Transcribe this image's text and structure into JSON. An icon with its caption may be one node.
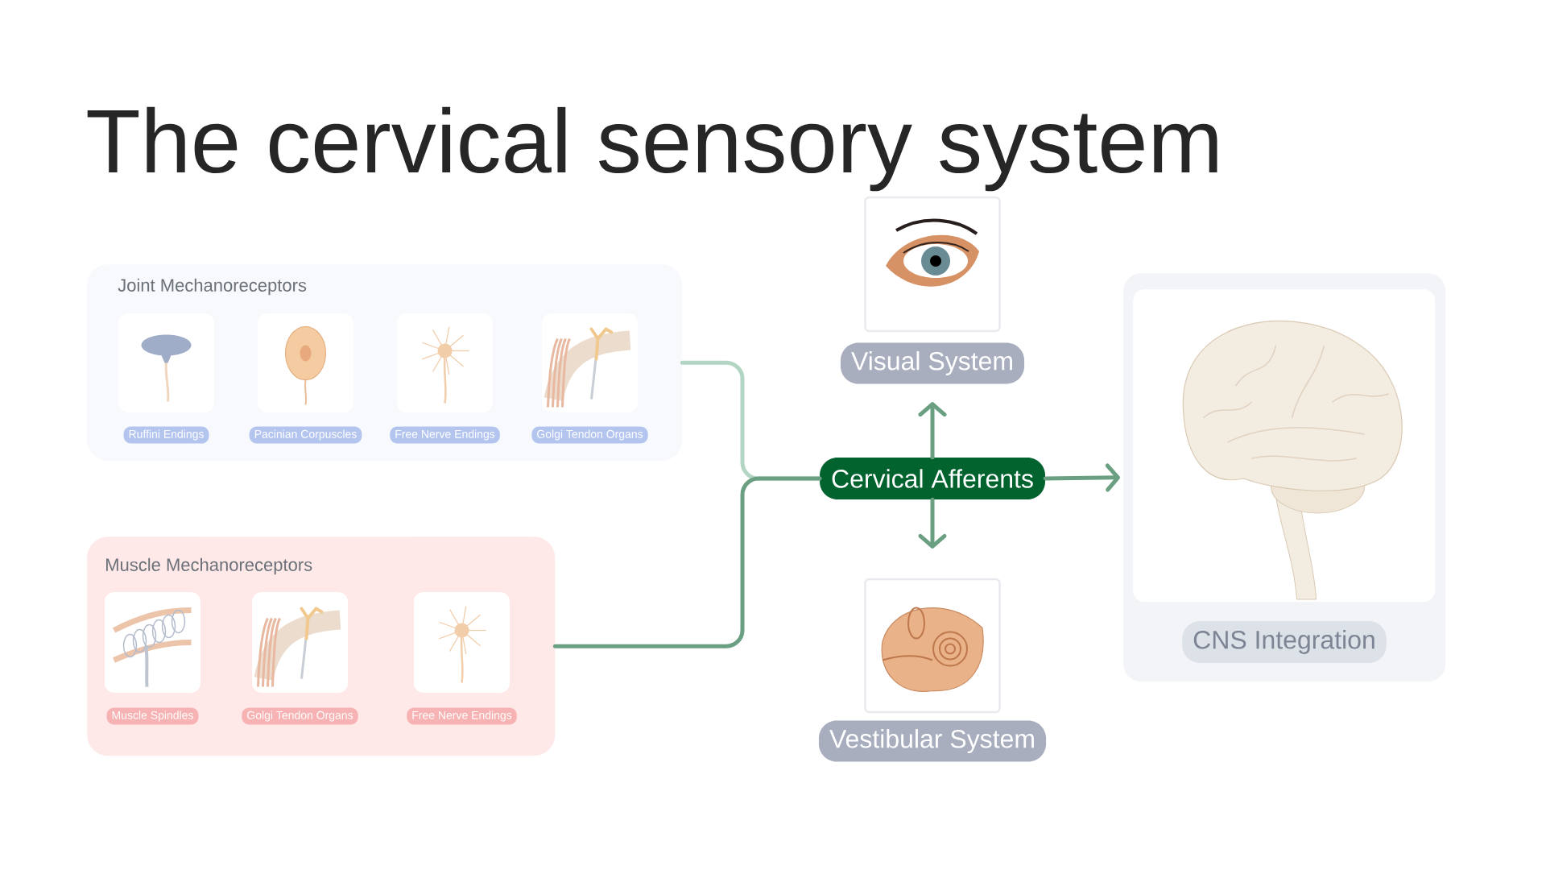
{
  "diagram": {
    "title": "The cervical sensory system",
    "nodes": [
      {
        "text": [
          "Joint Mechanoreceptors"
        ]
      },
      {
        "text": [
          "Ruffini Endings"
        ],
        "in": 0
      },
      {
        "text": [
          "Pacinian Corpuscles"
        ],
        "in": 0
      },
      {
        "text": [
          "Free Nerve Endings"
        ],
        "in": 0
      },
      {
        "text": [
          "Golgi Tendon Organs"
        ],
        "in": 0
      },
      {
        "text": [
          "Muscle Mechanoreceptors"
        ]
      },
      {
        "text": [
          "Muscle Spindles"
        ],
        "in": 5
      },
      {
        "text": [
          "Golgi Tendon Organs"
        ],
        "in": 5
      },
      {
        "text": [
          "Free Nerve Endings"
        ],
        "in": 5
      },
      {
        "text": [
          "Cervical Afferents"
        ]
      },
      {
        "text": [
          "Visual System"
        ]
      },
      {
        "text": [
          "Vestibular System"
        ]
      },
      {
        "text": [
          "CNS Integration"
        ]
      }
    ],
    "edges": [
      {
        "from": 0,
        "to": 9,
        "arrow": "none",
        "color": "#b3d5c4"
      },
      {
        "from": 5,
        "to": 9,
        "arrow": "none"
      },
      {
        "from": 9,
        "to": 10,
        "arrow": "to"
      },
      {
        "from": 9,
        "to": 11,
        "arrow": "to"
      },
      {
        "from": 9,
        "to": 12,
        "arrow": "to"
      }
    ]
  }
}
